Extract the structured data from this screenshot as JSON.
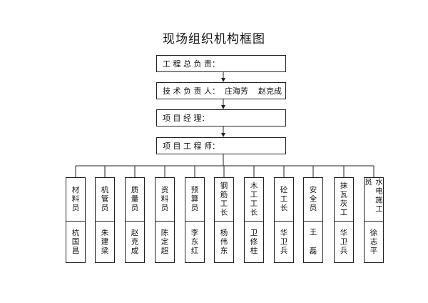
{
  "title": "现场组织机构框图",
  "chain": [
    {
      "label": "工 程 总 负 责："
    },
    {
      "label": "技 术 负 责 人：  庄海芳    赵克成"
    },
    {
      "label": "项 目 经 理："
    },
    {
      "label": "项 目 工 程 师："
    }
  ],
  "positions": [
    {
      "role": "材料员",
      "name": "杭国昌"
    },
    {
      "role": "机管员",
      "name": "朱建梁"
    },
    {
      "role": "质量员",
      "name": "赵克成"
    },
    {
      "role": "资料员",
      "name": "陈定超"
    },
    {
      "role": "预算员",
      "name": "李东红"
    },
    {
      "role": "钢筋工长",
      "name": "杨伟东"
    },
    {
      "role": "木工工长",
      "name": "卫修柱"
    },
    {
      "role": "砼工长",
      "name": "华卫兵"
    },
    {
      "role": "安全员",
      "name": "王  磊"
    },
    {
      "role": "抹瓦灰工",
      "name": "华卫兵"
    },
    {
      "role": "水电施工员",
      "name": "徐志平"
    }
  ]
}
